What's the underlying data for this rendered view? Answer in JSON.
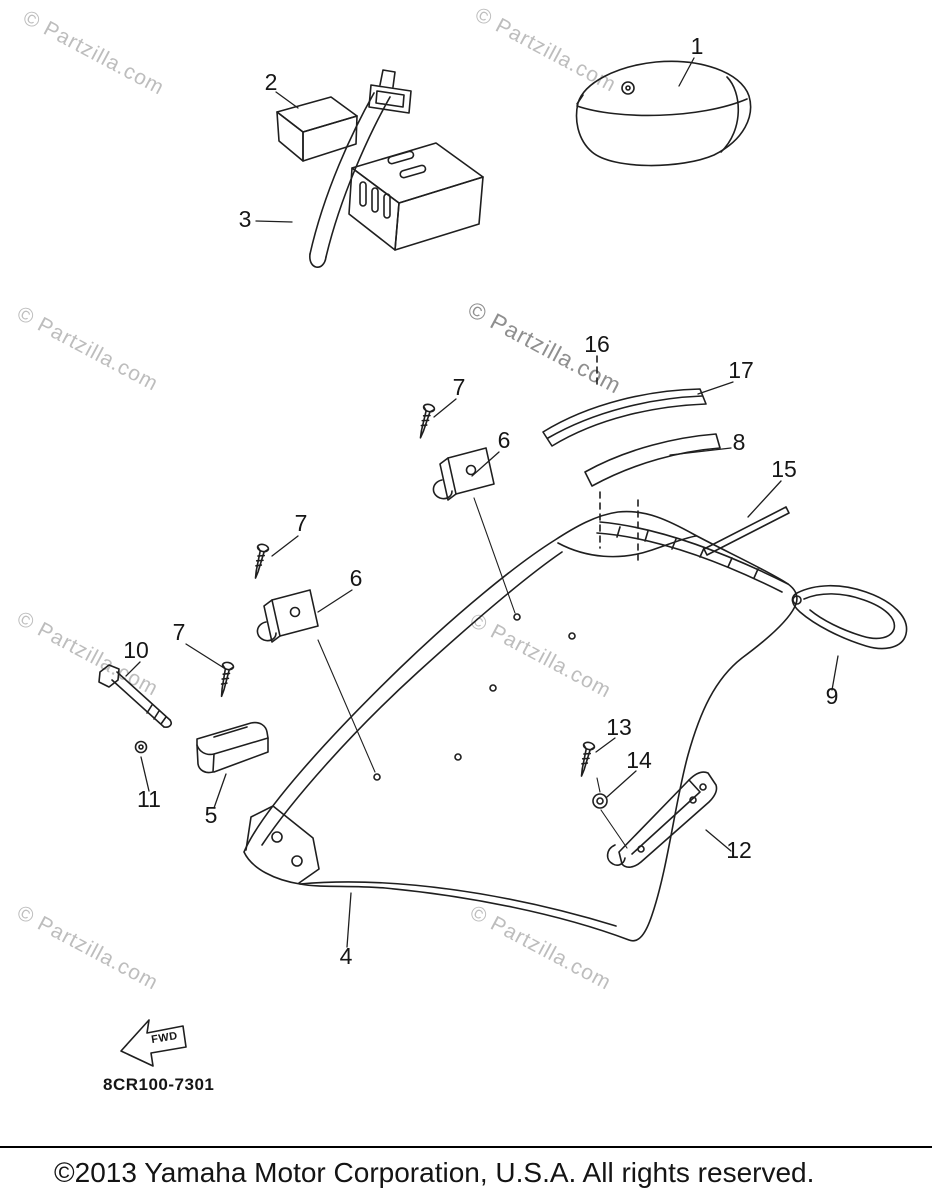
{
  "watermark": {
    "text": "© Partzilla.com"
  },
  "diagram": {
    "part_code": "8CR100-7301",
    "fwd_label": "FWD",
    "callouts": [
      {
        "label": "1"
      },
      {
        "label": "2"
      },
      {
        "label": "3"
      },
      {
        "label": "16"
      },
      {
        "label": "17"
      },
      {
        "label": "8"
      },
      {
        "label": "15"
      },
      {
        "label": "7"
      },
      {
        "label": "6"
      },
      {
        "label": "7"
      },
      {
        "label": "6"
      },
      {
        "label": "10"
      },
      {
        "label": "7"
      },
      {
        "label": "11"
      },
      {
        "label": "5"
      },
      {
        "label": "9"
      },
      {
        "label": "13"
      },
      {
        "label": "14"
      },
      {
        "label": "12"
      },
      {
        "label": "4"
      }
    ]
  },
  "footer": {
    "copyright": "©2013 Yamaha Motor Corporation, U.S.A. All rights reserved."
  }
}
